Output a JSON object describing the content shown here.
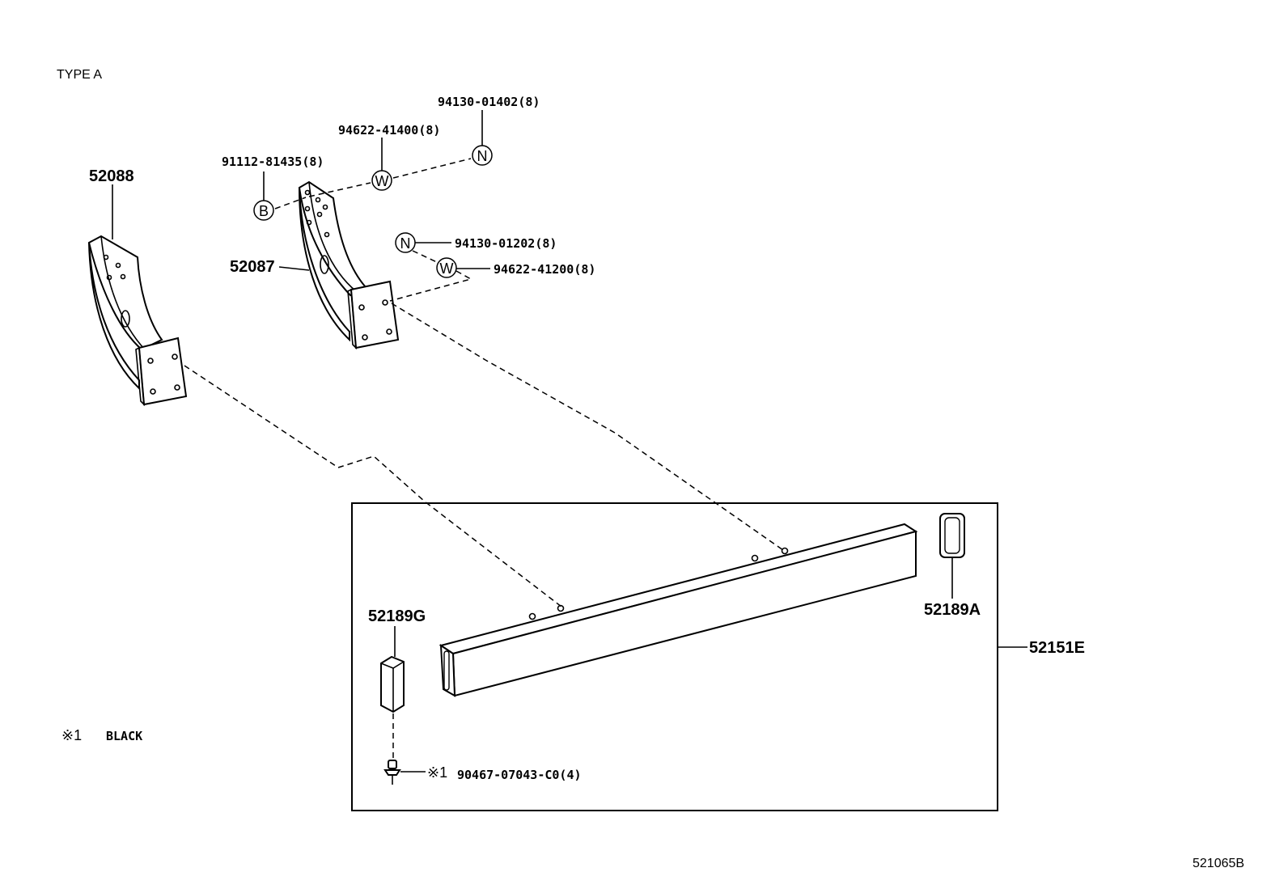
{
  "header": {
    "type_label": "TYPE A"
  },
  "footer": {
    "diagram_code": "521065B"
  },
  "notes": {
    "marker": "※1",
    "color_note": "BLACK"
  },
  "symbols": {
    "bolt": "B",
    "washer": "W",
    "nut": "N"
  },
  "parts": {
    "bracket_left": "52088",
    "bracket_right": "52087",
    "bolt": "91112-81435(8)",
    "washer_upper": "94622-41400(8)",
    "nut_upper": "94130-01402(8)",
    "nut_lower": "94130-01202(8)",
    "washer_lower": "94622-41200(8)",
    "end_cap_left": "52189G",
    "end_cap_right": "52189A",
    "bumper_bar": "52151E",
    "clip": "90467-07043-C0(4)",
    "clip_marker": "※1"
  }
}
